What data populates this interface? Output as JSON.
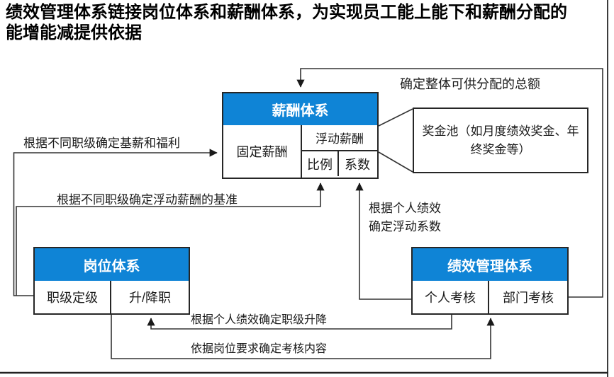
{
  "title": {
    "line1": "绩效管理体系链接岗位体系和薪酬体系，为实现员工能上能下和薪酬分配的",
    "line2": "能增能减提供依据"
  },
  "colors": {
    "accent_blue": "#0f84d6",
    "header_text": "#ffffff",
    "line_color": "#333333",
    "border_color": "#262626"
  },
  "boxes": {
    "compensation": {
      "header": "薪酬体系",
      "fixed_cell": "固定薪酬",
      "floating_cell": "浮动薪酬",
      "ratio_cell": "比例",
      "coefficient_cell": "系数"
    },
    "position": {
      "header": "岗位体系",
      "grading_cell": "职级定级",
      "promotion_cell": "升/降职"
    },
    "performance": {
      "header": "绩效管理体系",
      "individual_cell": "个人考核",
      "department_cell": "部门考核"
    },
    "bonus_pool": {
      "text": "奖金池（如月度绩效奖金、年终奖金等）"
    }
  },
  "connector_labels": {
    "total_amount": "确定整体可供分配的总额",
    "base_salary": "根据不同职级确定基薪和福利",
    "floating_base": "根据不同职级确定浮动薪酬的基准",
    "personal_perf_line1": "根据个人绩效",
    "personal_perf_line2": "确定浮动系数",
    "promotion_rule": "根据个人绩效确定职级升降",
    "assessment_rule": "依据岗位要求确定考核内容"
  }
}
